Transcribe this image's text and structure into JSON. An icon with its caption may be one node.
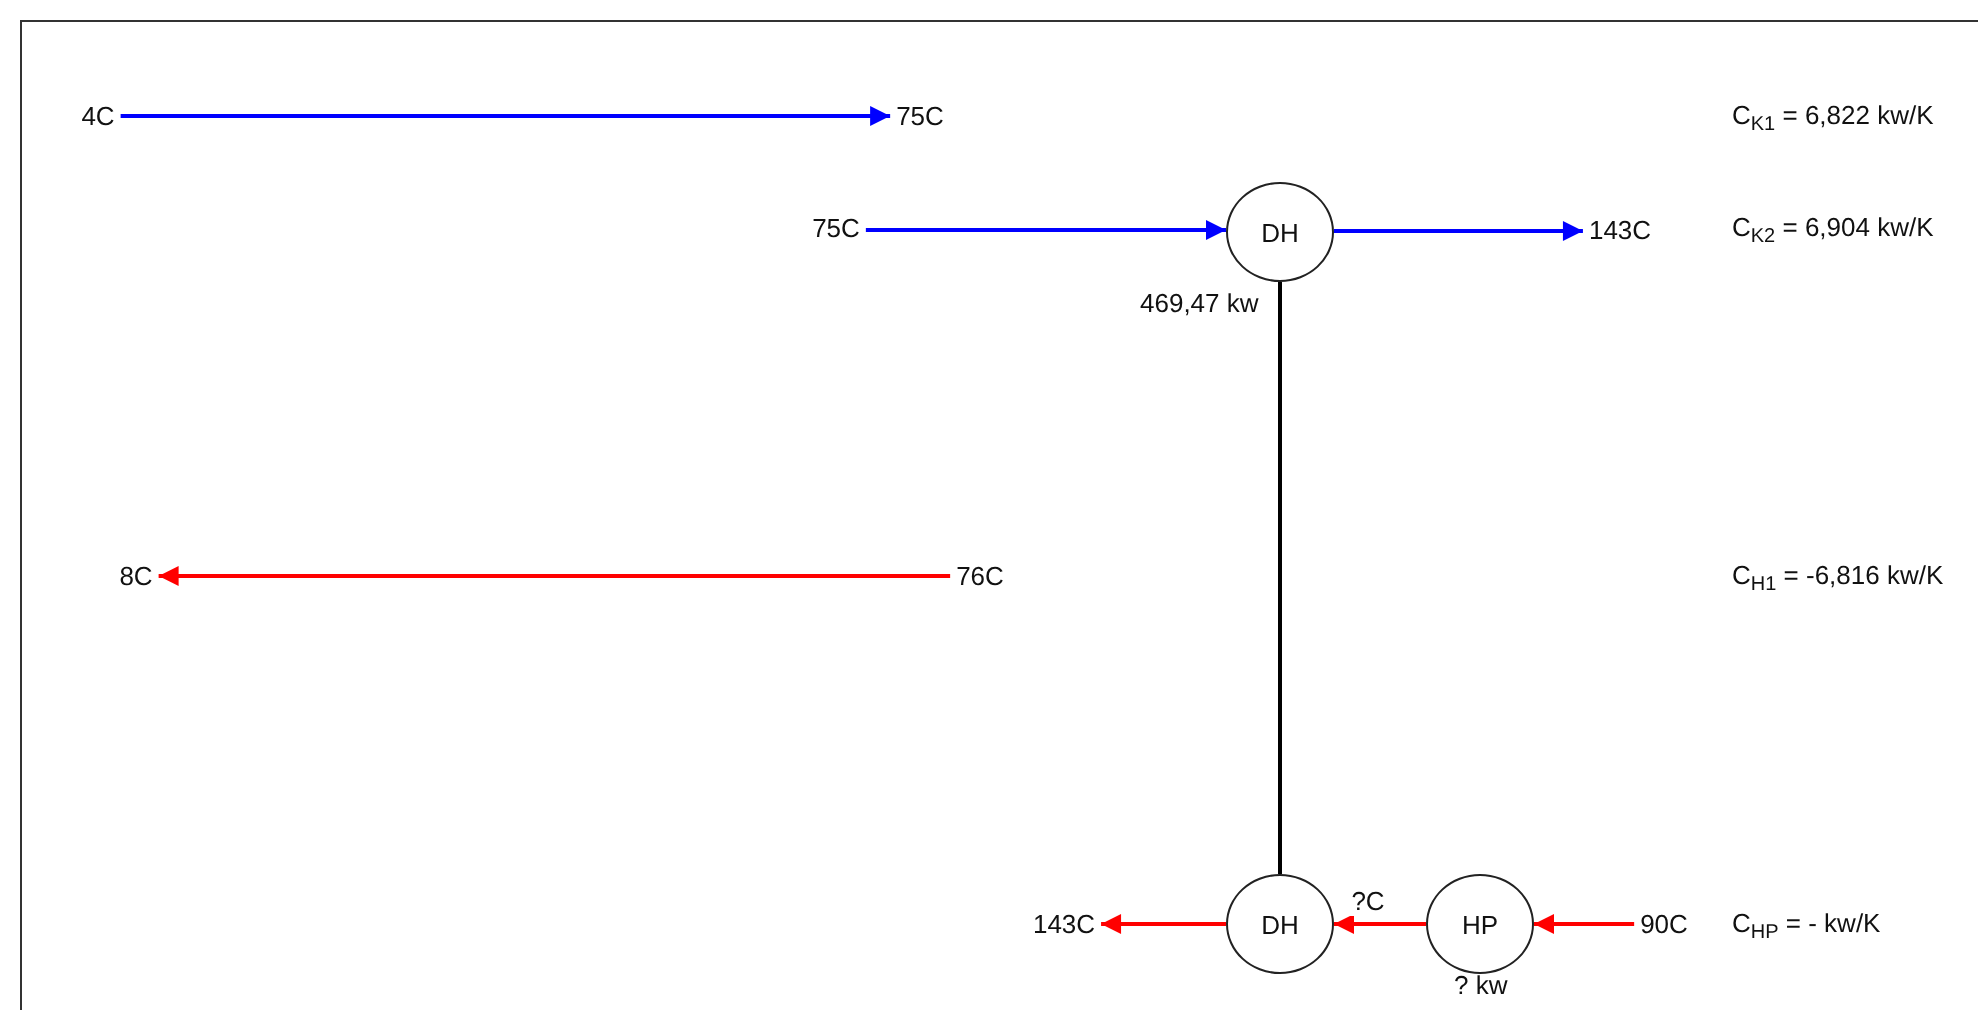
{
  "diagram": {
    "nodes": [
      {
        "text": [
          "4C"
        ]
      },
      {
        "text": [
          "75C"
        ]
      },
      {
        "text": [
          "75C"
        ]
      },
      {
        "text": [
          "DH"
        ],
        "beside": [
          "469,47 kw"
        ]
      },
      {
        "text": [
          "143C"
        ]
      },
      {
        "text": [
          "8C"
        ]
      },
      {
        "text": [
          "76C"
        ]
      },
      {
        "text": [
          "143C"
        ]
      },
      {
        "text": [
          "DH"
        ]
      },
      {
        "text": [
          "HP"
        ],
        "beside": [
          "? kw"
        ]
      },
      {
        "text": [
          "90C"
        ]
      }
    ],
    "edges": [
      {
        "from": 0,
        "to": 1,
        "arrow": "to",
        "color": "#0000ff"
      },
      {
        "from": 2,
        "to": 3,
        "arrow": "to",
        "color": "#0000ff"
      },
      {
        "from": 3,
        "to": 4,
        "arrow": "to",
        "color": "#0000ff"
      },
      {
        "from": 6,
        "to": 5,
        "arrow": "to",
        "color": "#ff0000"
      },
      {
        "from": 8,
        "to": 7,
        "arrow": "to",
        "color": "#ff0000"
      },
      {
        "from": 9,
        "to": 8,
        "arrow": "to",
        "label": "?C",
        "color": "#ff0000"
      },
      {
        "from": 10,
        "to": 9,
        "arrow": "to",
        "color": "#ff0000"
      },
      {
        "from": 3,
        "to": 8,
        "arrow": "none",
        "color": "#000000"
      }
    ],
    "labels": [
      "C$_{K1}$ = 6,822 kw/K",
      "C$_{K2}$ = 6,904 kw/K",
      "C$_{H1}$ = -6,816 kw/K",
      "C$_{HP}$ = - kw/K"
    ]
  }
}
